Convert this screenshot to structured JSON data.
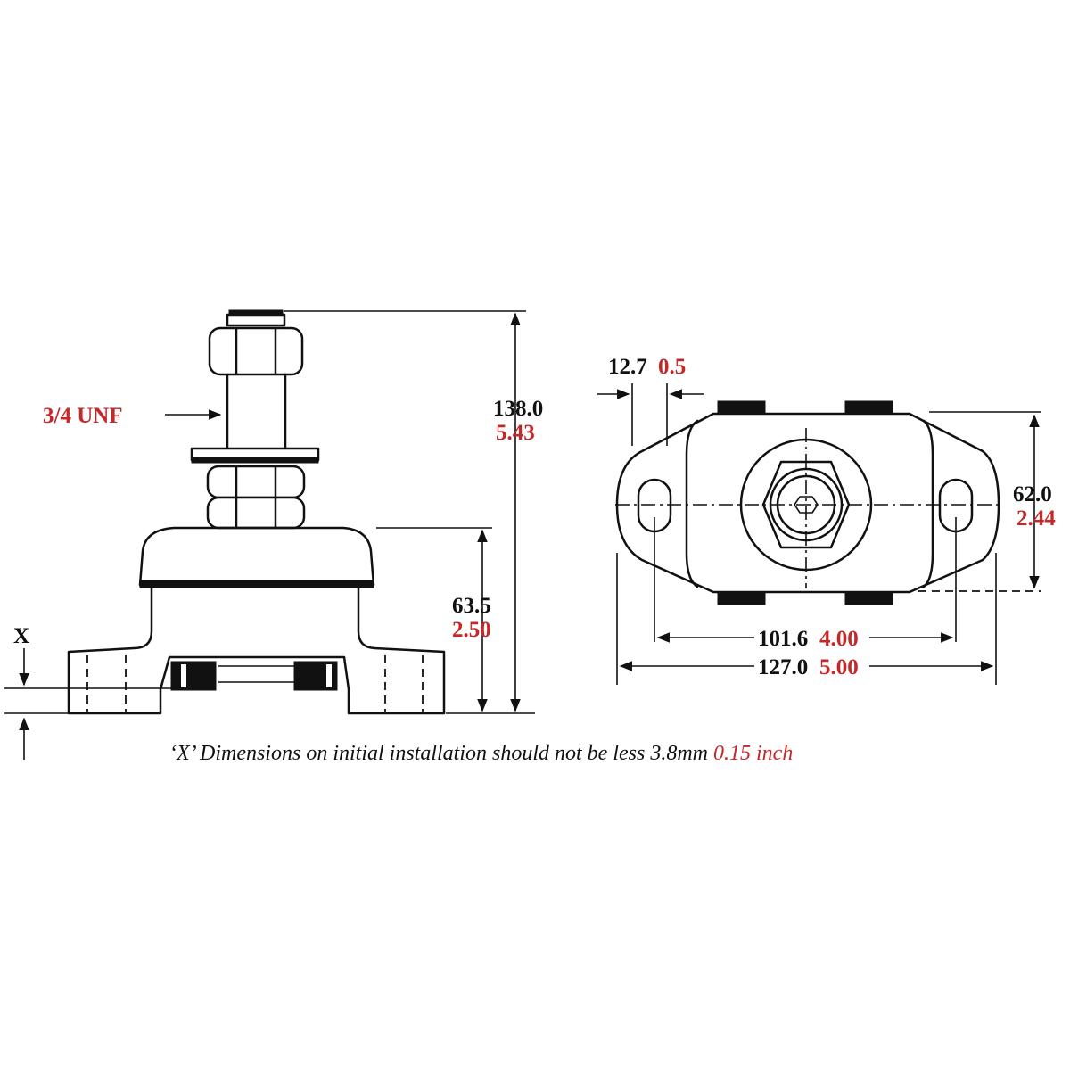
{
  "thread_label": "3/4 UNF",
  "x_marker": "X",
  "dimensions": {
    "overall_height": {
      "metric": "138.0",
      "imperial": "5.43"
    },
    "base_height": {
      "metric": "63.5",
      "imperial": "2.50"
    },
    "flange_edge": {
      "metric": "12.7",
      "imperial": "0.5"
    },
    "width": {
      "metric": "62.0",
      "imperial": "2.44"
    },
    "hole_centers": {
      "metric": "101.6",
      "imperial": "4.00"
    },
    "overall_length": {
      "metric": "127.0",
      "imperial": "5.00"
    }
  },
  "note": {
    "text": "‘X’ Dimensions on initial installation should not be less 3.8mm",
    "imperial": "0.15 inch"
  },
  "colors": {
    "line": "#111111",
    "imperial": "#c62828"
  }
}
